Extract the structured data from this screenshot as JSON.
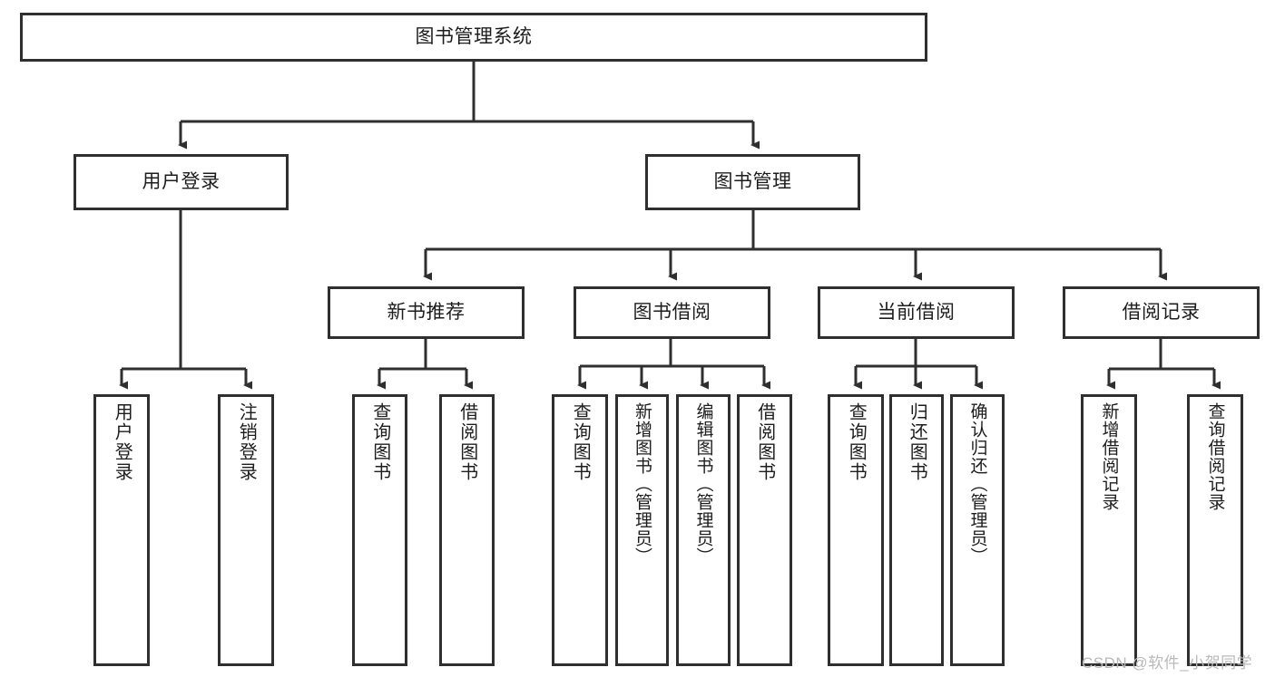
{
  "diagram": {
    "type": "tree",
    "title": "图书管理系统",
    "root": {
      "id": "root",
      "label": "图书管理系统"
    },
    "level2": [
      {
        "id": "user-login",
        "label": "用户登录"
      },
      {
        "id": "book-manage",
        "label": "图书管理"
      }
    ],
    "level3": [
      {
        "id": "new-book-recommend",
        "label": "新书推荐"
      },
      {
        "id": "book-borrow",
        "label": "图书借阅"
      },
      {
        "id": "current-borrow",
        "label": "当前借阅"
      },
      {
        "id": "borrow-record",
        "label": "借阅记录"
      }
    ],
    "leaves": {
      "user_login": [
        {
          "id": "leaf-user-login",
          "label": "用户登录"
        },
        {
          "id": "leaf-logout",
          "label": "注销登录"
        }
      ],
      "new_book_recommend": [
        {
          "id": "leaf-query-book-1",
          "label": "查询图书"
        },
        {
          "id": "leaf-borrow-book-1",
          "label": "借阅图书"
        }
      ],
      "book_borrow": [
        {
          "id": "leaf-query-book-2",
          "label": "查询图书"
        },
        {
          "id": "leaf-add-book",
          "label": "新增图书（管理员）"
        },
        {
          "id": "leaf-edit-book",
          "label": "编辑图书（管理员）"
        },
        {
          "id": "leaf-borrow-book-2",
          "label": "借阅图书"
        }
      ],
      "current_borrow": [
        {
          "id": "leaf-query-book-3",
          "label": "查询图书"
        },
        {
          "id": "leaf-return-book",
          "label": "归还图书"
        },
        {
          "id": "leaf-confirm-return",
          "label": "确认归还（管理员）"
        }
      ],
      "borrow_record": [
        {
          "id": "leaf-add-record",
          "label": "新增借阅记录"
        },
        {
          "id": "leaf-query-record",
          "label": "查询借阅记录"
        }
      ]
    }
  },
  "watermark": {
    "text": "CSDN @软件_小贺同学"
  },
  "colors": {
    "box_border": "#2f2f2f",
    "box_fill": "#ffffff",
    "text": "#1d1d1d",
    "connector": "#2f2f2f",
    "watermark": "#b9b9b9",
    "background": "#ffffff"
  }
}
